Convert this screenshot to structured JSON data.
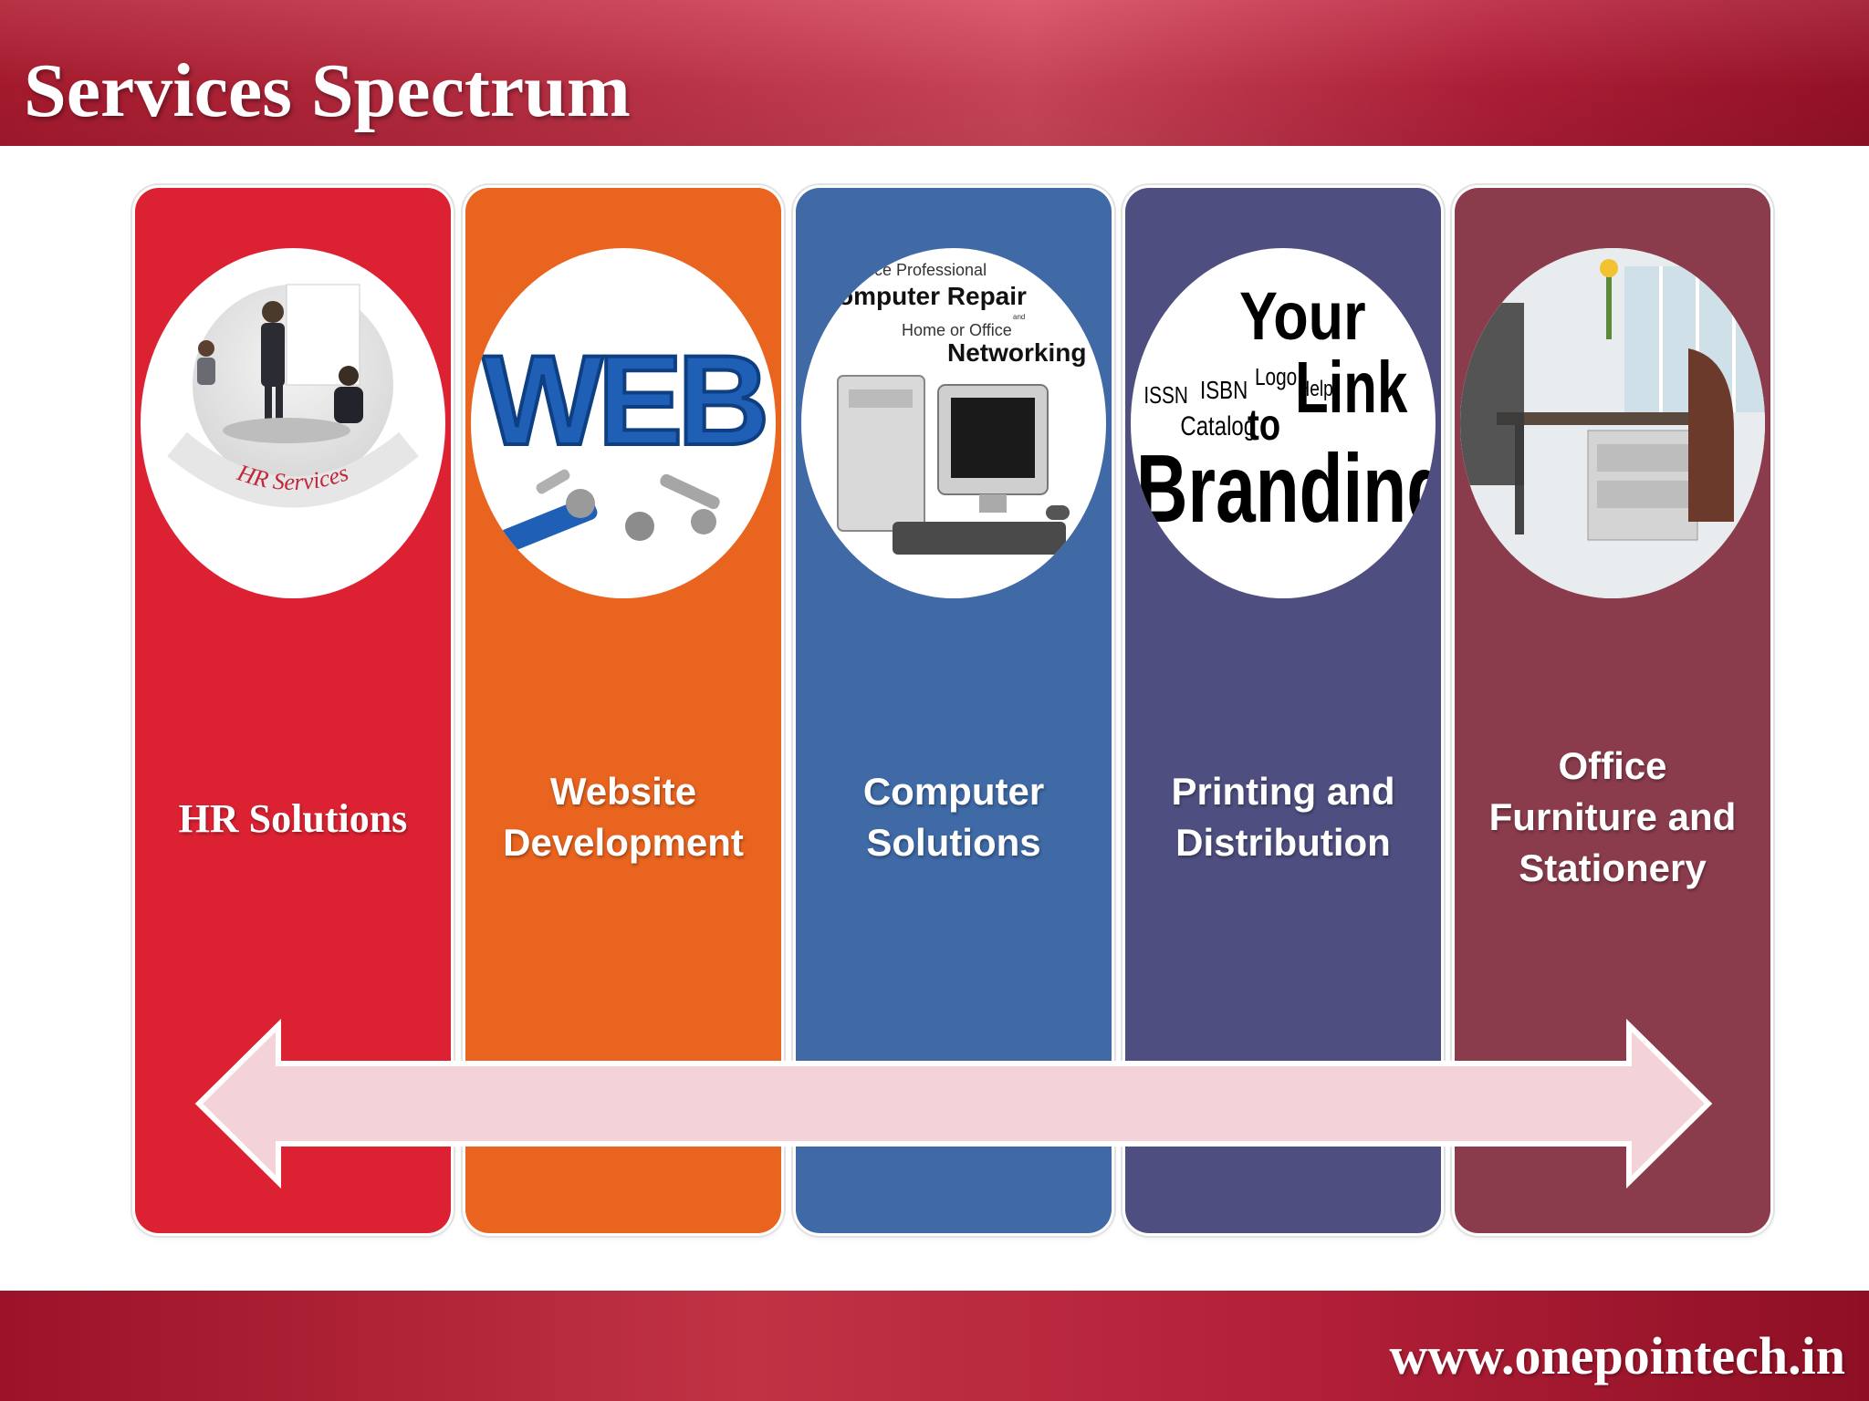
{
  "header": {
    "title": "Services Spectrum"
  },
  "footer": {
    "url": "www.onepointech.in"
  },
  "columns": [
    {
      "label_lines": [
        "HR Solutions"
      ],
      "color": "#dc2232",
      "image_caption": "HR Services",
      "icon": "hr-meeting-icon"
    },
    {
      "label_lines": [
        "Website",
        "Development"
      ],
      "color": "#e9641f",
      "image_caption": "WEB",
      "icon": "web-tools-icon"
    },
    {
      "label_lines": [
        "Computer",
        "Solutions"
      ],
      "color": "#3f6aa6",
      "image_text": {
        "line1": "ce Professional",
        "line2": "omputer Repair",
        "line3": "and",
        "line4": "Home or Office",
        "line5": "Networking"
      },
      "icon": "desktop-computer-icon"
    },
    {
      "label_lines": [
        "Printing and",
        "Distribution"
      ],
      "color": "#4e4f80",
      "image_words": {
        "your": "Your",
        "link": "Link",
        "isbn": "ISBN",
        "issn": "ISSN",
        "logo": "Logo",
        "help": "Help",
        "catalog": "Catalog",
        "to": "to",
        "branding": "Branding"
      },
      "icon": "branding-word-cloud-icon"
    },
    {
      "label_lines": [
        "Office",
        "Furniture and",
        "Stationery"
      ],
      "color": "#8a3c4c",
      "icon": "office-furniture-icon"
    }
  ],
  "arrow": {
    "color": "#f3d3d8",
    "icon": "double-arrow-icon"
  }
}
